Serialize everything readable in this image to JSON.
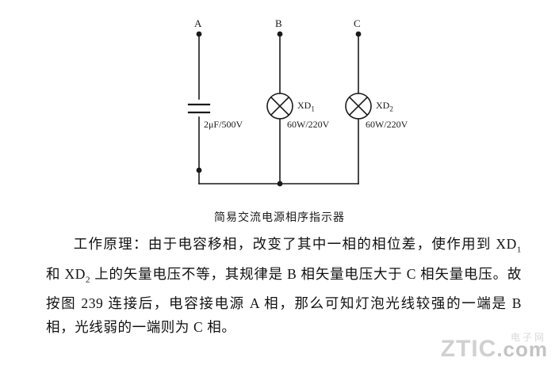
{
  "figure": {
    "caption": "简易交流电源相序指示器",
    "terminals": [
      {
        "id": "A",
        "label": "A"
      },
      {
        "id": "B",
        "label": "B"
      },
      {
        "id": "C",
        "label": "C"
      }
    ],
    "components": [
      {
        "id": "capacitor",
        "type": "capacitor",
        "value": "2μF/500V"
      },
      {
        "id": "lamp1",
        "type": "lamp",
        "designator": "XD",
        "designator_sub": "1",
        "rating": "60W/220V"
      },
      {
        "id": "lamp2",
        "type": "lamp",
        "designator": "XD",
        "designator_sub": "2",
        "rating": "60W/220V"
      }
    ]
  },
  "article": {
    "heading": "工作原理：",
    "paragraph_part1": "工作原理：由于电容移相，改变了其中一相的相位差，使作用到 XD",
    "paragraph_sub1": "1",
    "paragraph_part2": " 和 XD",
    "paragraph_sub2": "2",
    "paragraph_part3": " 上的矢量电压不等，其规律是 B 相矢量电压大于 C 相矢量电压。故按图 239 连接后，电容接电源 A 相，那么可知灯泡光线较强的一端是 B 相，光线弱的一端则为 C 相。"
  },
  "watermark": {
    "text": "ZTIC",
    "domain": ".com",
    "chinese": "电子网"
  },
  "colors": {
    "ink": "#1a1a1a",
    "background": "#ffffff",
    "watermark": "#c8c8c8"
  }
}
